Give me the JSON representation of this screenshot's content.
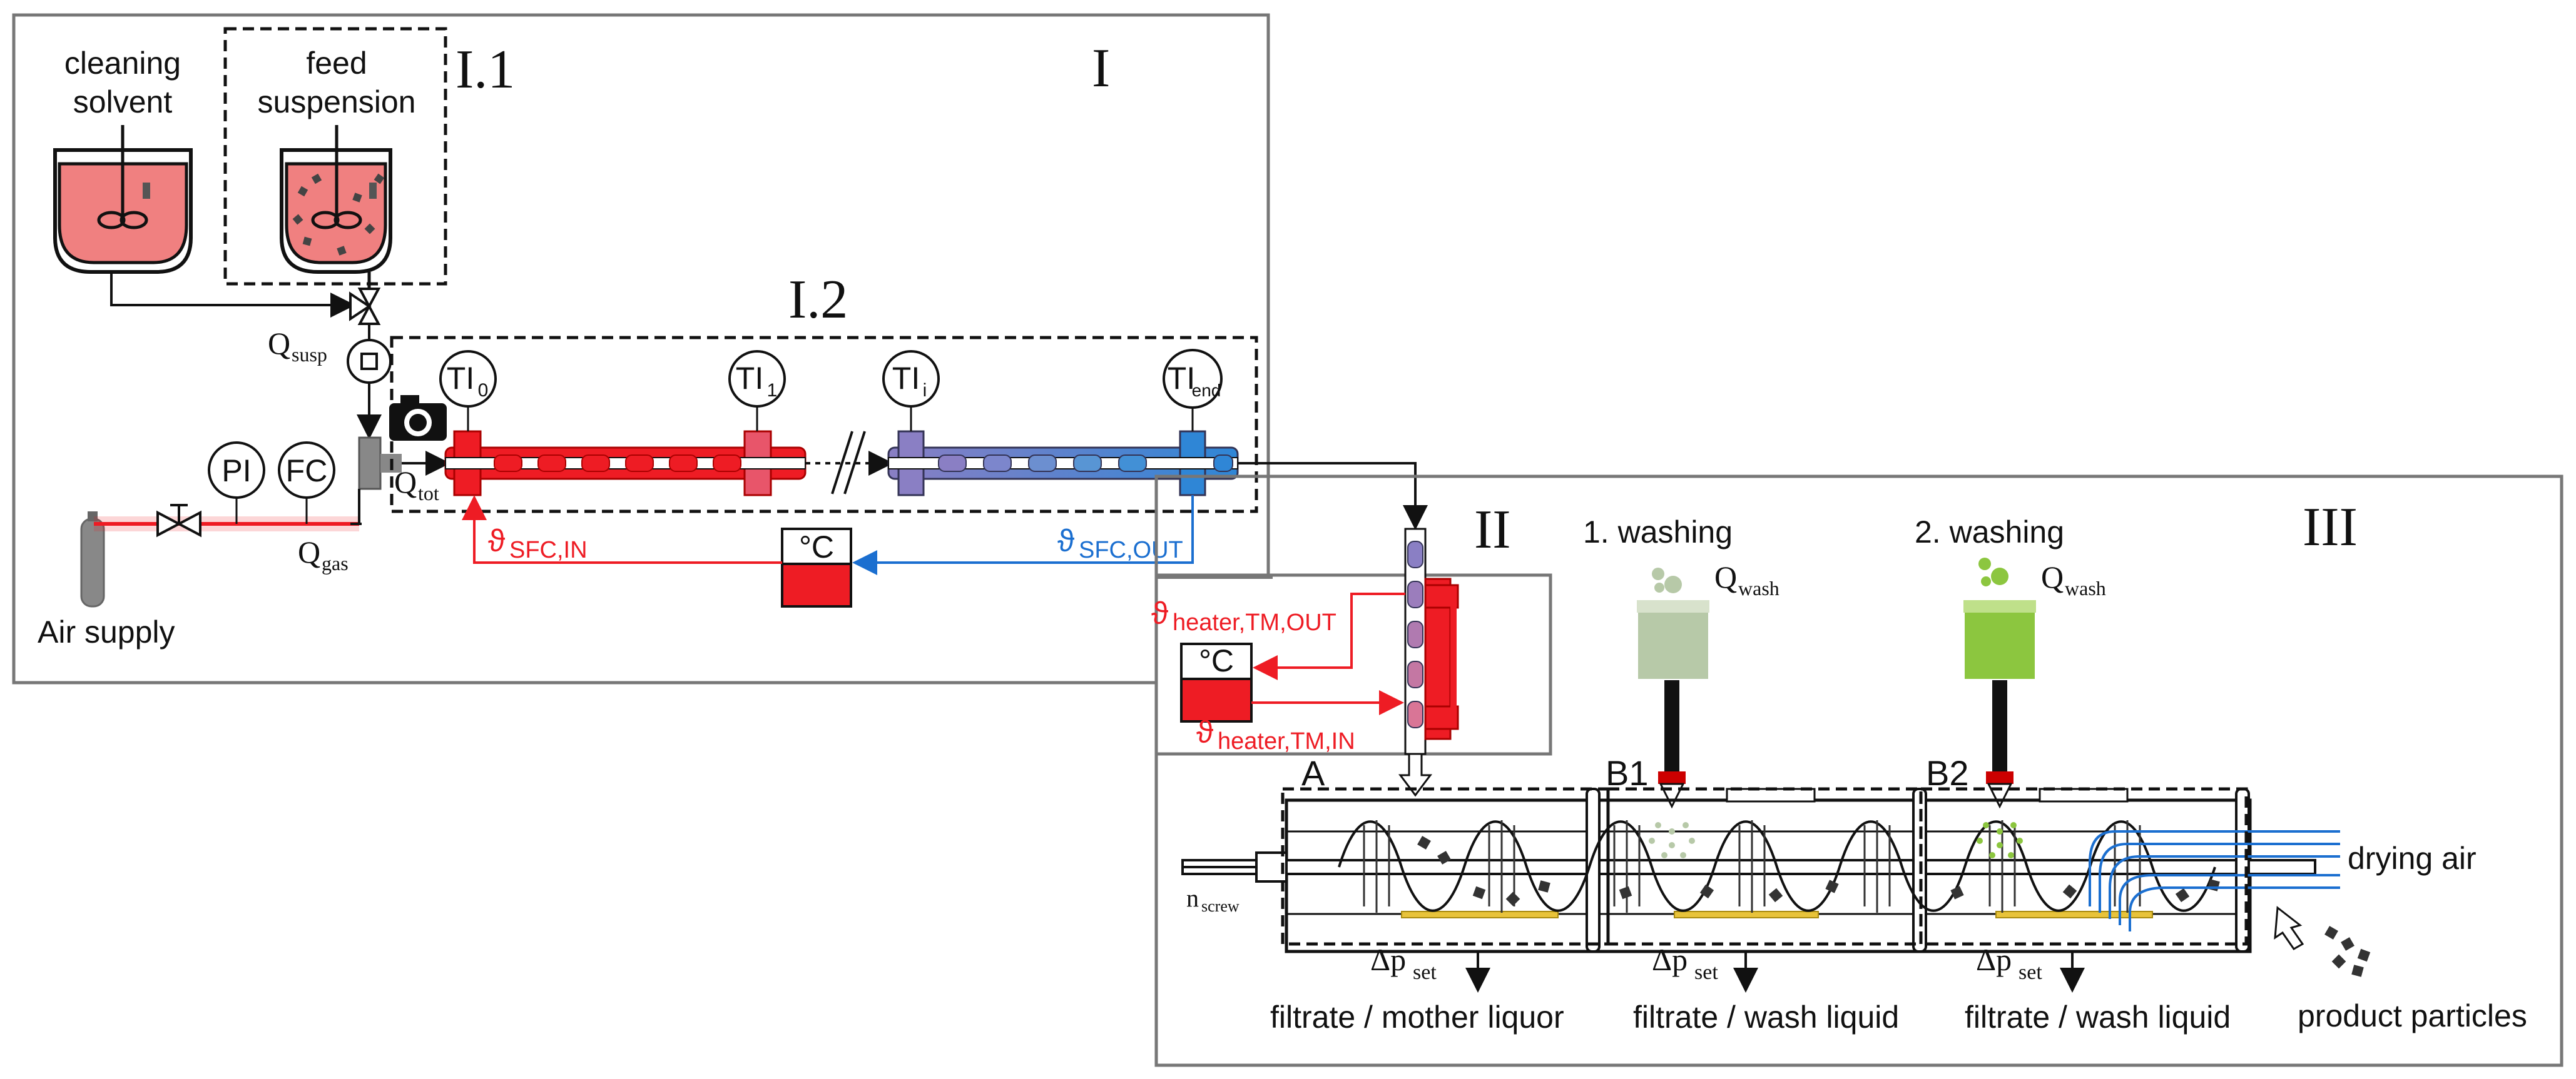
{
  "sections": {
    "s1": "I",
    "s11": "I.1",
    "s12": "I.2",
    "s2": "II",
    "s3": "III"
  },
  "tanks": {
    "cleaning_line1": "cleaning",
    "cleaning_line2": "solvent",
    "feed_line1": "feed",
    "feed_line2": "suspension"
  },
  "instruments": {
    "pi": "PI",
    "fc": "FC",
    "ti0": "TI",
    "ti0_sub": "0",
    "ti1": "TI",
    "ti1_sub": "1",
    "tii": "TI",
    "tii_sub": "i",
    "tiend": "TI",
    "tiend_sub": "end",
    "thermostat1": "°C",
    "thermostat2": "°C"
  },
  "flows": {
    "q_susp": "Q",
    "q_susp_sub": "susp",
    "q_tot": "Q",
    "q_tot_sub": "tot",
    "q_gas": "Q",
    "q_gas_sub": "gas",
    "air_supply": "Air supply"
  },
  "temps": {
    "sfc_in": "ϑ",
    "sfc_in_sub": "SFC,IN",
    "sfc_out": "ϑ",
    "sfc_out_sub": "SFC,OUT",
    "heater_out": "ϑ",
    "heater_out_sub": "heater,TM,OUT",
    "heater_in": "ϑ",
    "heater_in_sub": "heater,TM,IN"
  },
  "filter": {
    "zone_a": "A",
    "zone_b1": "B1",
    "zone_b2": "B2",
    "washing1": "1. washing",
    "washing2": "2. washing",
    "q_wash1": "Q",
    "q_wash1_sub": "wash",
    "q_wash2": "Q",
    "q_wash2_sub": "wash",
    "dp1": "Δp",
    "dp1_sub": "set",
    "dp2": "Δp",
    "dp2_sub": "set",
    "dp3": "Δp",
    "dp3_sub": "set",
    "filtrate1": "filtrate / mother liquor",
    "filtrate2": "filtrate / wash liquid",
    "filtrate3": "filtrate / wash liquid",
    "drying_air": "drying air",
    "product": "product particles",
    "n_screw": "n",
    "n_screw_sub": "screw"
  },
  "colors": {
    "red": "#ee1c24",
    "tank_fill": "#f08080",
    "blue": "#1b6fd0",
    "purple": "#8a7fc4",
    "wash1": "#b7c9a8",
    "wash2": "#8cc63f",
    "filter_yellow": "#e8c33a"
  }
}
